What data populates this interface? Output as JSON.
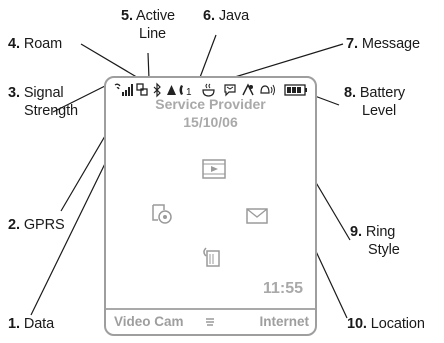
{
  "callouts": {
    "c1": {
      "num": "1.",
      "text": "Data"
    },
    "c2": {
      "num": "2.",
      "text": "GPRS"
    },
    "c3": {
      "num": "3.",
      "line1": "Signal",
      "line2": "Strength"
    },
    "c4": {
      "num": "4.",
      "text": "Roam"
    },
    "c5": {
      "num": "5.",
      "line1": "Active",
      "line2": "Line"
    },
    "c6": {
      "num": "6.",
      "text": "Java"
    },
    "c7": {
      "num": "7.",
      "text": "Message"
    },
    "c8": {
      "num": "8.",
      "line1": "Battery",
      "line2": "Level"
    },
    "c9": {
      "num": "9.",
      "line1": "Ring",
      "line2": "Style"
    },
    "c10": {
      "num": "10.",
      "text": "Location"
    }
  },
  "screen": {
    "provider": "Service Provider",
    "date": "15/10/06",
    "time": "11:55",
    "left_soft": "Video Cam",
    "right_soft": "Internet",
    "active_line": "1"
  },
  "status_icons": [
    "signal-strength-icon",
    "gprs-icon",
    "data-icon",
    "roam-icon",
    "active-line-icon",
    "java-icon",
    "message-icon",
    "location-icon",
    "ring-style-icon",
    "battery-level-icon"
  ],
  "menu_icons": [
    "multimedia-icon",
    "settings-icon",
    "messages-icon",
    "recent-calls-icon",
    "menu-key-icon"
  ]
}
